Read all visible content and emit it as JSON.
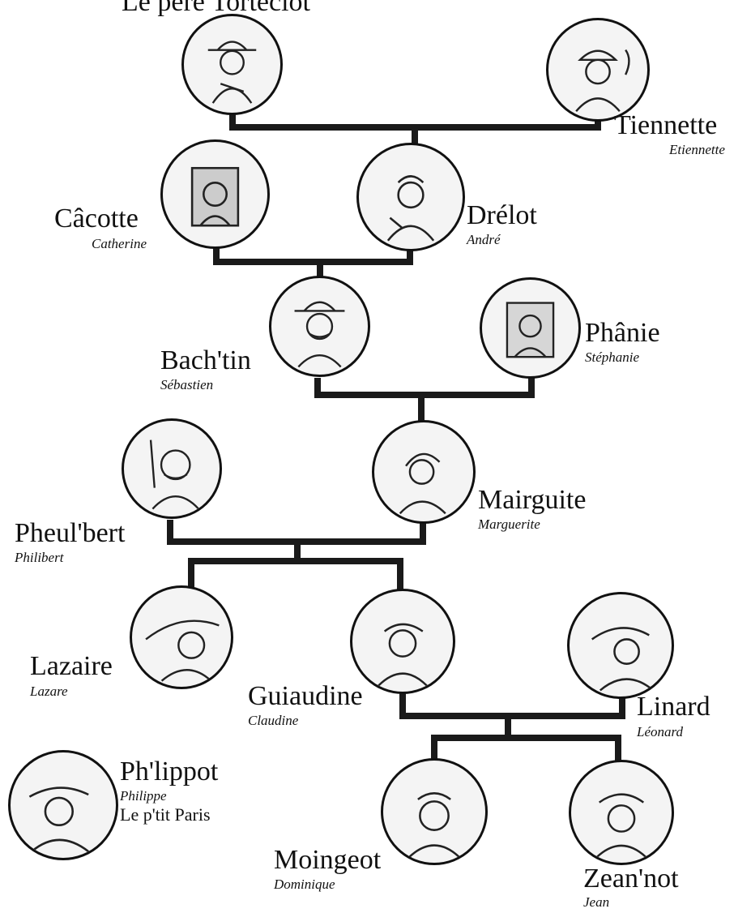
{
  "top_caption": "Le père Torteclot",
  "people": [
    {
      "id": "p1",
      "name": "",
      "given": "",
      "portrait": "man-with-hat-portrait"
    },
    {
      "id": "p2",
      "name": "Tiennette",
      "given": "Etiennette",
      "portrait": "woman-with-bonnet-portrait"
    },
    {
      "id": "p3",
      "name": "Câcotte",
      "given": "Catherine",
      "portrait": "woman-portrait"
    },
    {
      "id": "p4",
      "name": "Drélot",
      "given": "André",
      "portrait": "young-man-portrait"
    },
    {
      "id": "p5",
      "name": "Bach'tin",
      "given": "Sébastien",
      "portrait": "man-with-hat-portrait"
    },
    {
      "id": "p6",
      "name": "Phânie",
      "given": "Stéphanie",
      "portrait": "woman-portrait"
    },
    {
      "id": "p7",
      "name": "Pheul'bert",
      "given": "Philibert",
      "portrait": "man-with-hat-portrait"
    },
    {
      "id": "p8",
      "name": "Mairguite",
      "given": "Marguerite",
      "portrait": "woman-with-headscarf-portrait"
    },
    {
      "id": "p9",
      "name": "Lazaire",
      "given": "Lazare",
      "portrait": "man-with-wide-hat-portrait"
    },
    {
      "id": "p10",
      "name": "Guiaudine",
      "given": "Claudine",
      "portrait": "woman-with-headscarf-portrait"
    },
    {
      "id": "p11",
      "name": "Linard",
      "given": "Léonard",
      "portrait": "man-with-hat-portrait"
    },
    {
      "id": "p12",
      "name": "Ph'lippot",
      "given": "Philippe",
      "extra": "Le p'tit Paris",
      "portrait": "boy-with-cap-portrait"
    },
    {
      "id": "p13",
      "name": "Moingeot",
      "given": "Dominique",
      "portrait": "child-portrait"
    },
    {
      "id": "p14",
      "name": "Zean'not",
      "given": "Jean",
      "portrait": "child-portrait"
    }
  ],
  "colors": {
    "line": "#1a1a1a",
    "ink": "#111111",
    "portrait_bg": "#f4f4f4"
  }
}
